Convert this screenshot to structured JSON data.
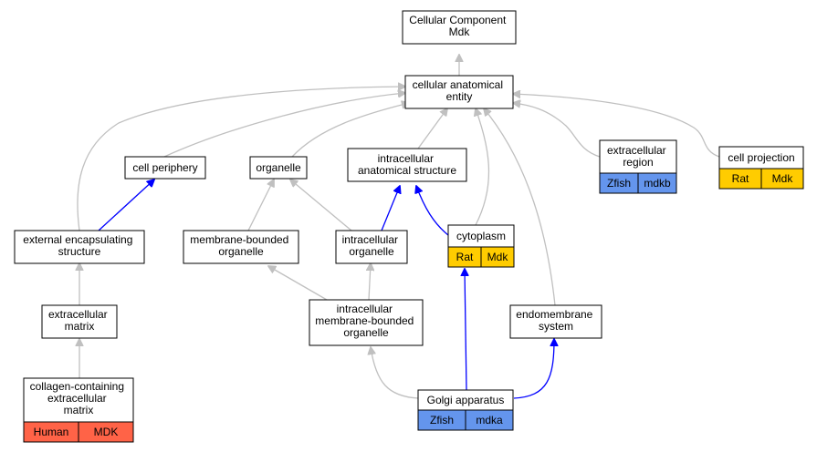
{
  "colors": {
    "rat": "#ffcc00",
    "zfish": "#6495ed",
    "human": "#ff6347",
    "edge_gray": "#c0c0c0",
    "edge_blue": "#0000ff"
  },
  "nodes": {
    "root": [
      "Cellular Component",
      "Mdk"
    ],
    "cae": [
      "cellular anatomical",
      "entity"
    ],
    "cell_periphery": [
      "cell periphery"
    ],
    "organelle": [
      "organelle"
    ],
    "ias": [
      "intracellular",
      "anatomical structure"
    ],
    "extracellular_region": [
      "extracellular",
      "region"
    ],
    "cell_projection": [
      "cell projection"
    ],
    "ext_encap": [
      "external encapsulating",
      "structure"
    ],
    "mbo": [
      "membrane-bounded",
      "organelle"
    ],
    "intra_organelle": [
      "intracellular",
      "organelle"
    ],
    "cytoplasm": [
      "cytoplasm"
    ],
    "ecm": [
      "extracellular",
      "matrix"
    ],
    "imbo": [
      "intracellular",
      "membrane-bounded",
      "organelle"
    ],
    "endomembrane": [
      "endomembrane",
      "system"
    ],
    "collagen_ecm": [
      "collagen-containing",
      "extracellular",
      "matrix"
    ],
    "golgi": [
      "Golgi apparatus"
    ]
  },
  "tags": {
    "extracellular_region": [
      "Zfish",
      "mdkb"
    ],
    "cell_projection": [
      "Rat",
      "Mdk"
    ],
    "cytoplasm": [
      "Rat",
      "Mdk"
    ],
    "collagen_ecm": [
      "Human",
      "MDK"
    ],
    "golgi": [
      "Zfish",
      "mdka"
    ]
  }
}
